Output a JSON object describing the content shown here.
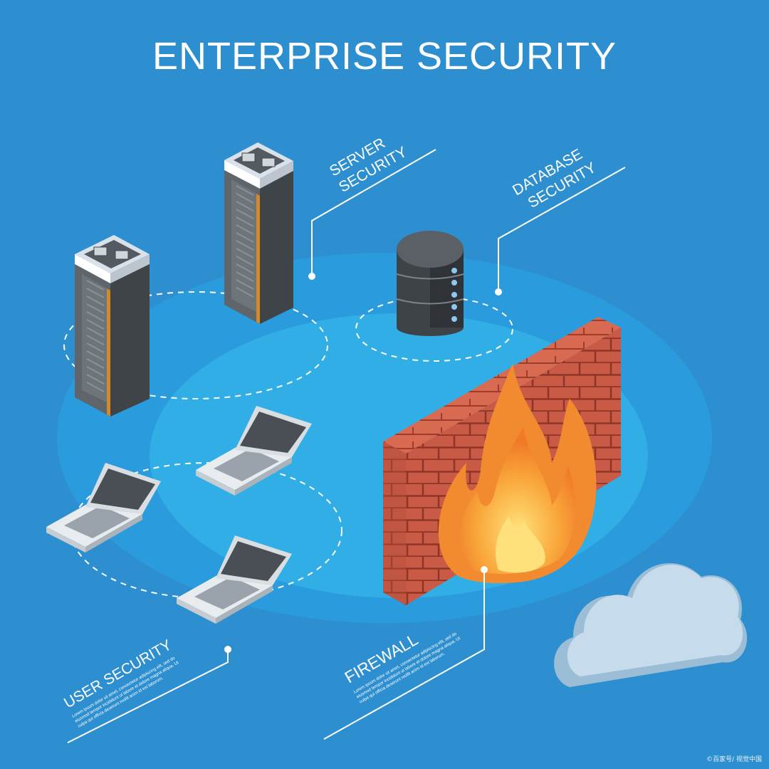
{
  "title": "ENTERPRISE SECURITY",
  "labels": {
    "server": [
      "SERVER",
      "SECURITY"
    ],
    "database": [
      "DATABASE",
      "SECURITY"
    ],
    "user": "USER SECURITY",
    "firewall": "FIREWALL"
  },
  "filler_text": {
    "user": [
      "Lorem ipsum dolor sit amet, consectetur adipiscing elit, sed do",
      "eiusmod tempor incididunt ut labore et dolore magna aliqua. Ut",
      "culpa qui officia deserunt mollit anim id est laborum."
    ],
    "firewall": [
      "Lorem ipsum dolor sit amet, consectetur adipiscing elit, sed do",
      "eiusmod tempor incididunt ut labore et dolore magna aliqua. Ut",
      "culpa qui officia deserunt mollit anim id est laborum."
    ]
  },
  "watermark": "©百家号/ 视觉中国",
  "colors": {
    "background": "#2d8fd0",
    "platform_outer": "#2a9bdc",
    "platform_inner": "#32aee6",
    "brick": "#c95a45",
    "flame": "#f7a53a",
    "cloud": "#bed7e8"
  },
  "icons": [
    "server-rack-icon",
    "database-icon",
    "laptop-icon",
    "brick-wall-icon",
    "flame-icon",
    "cloud-icon"
  ]
}
